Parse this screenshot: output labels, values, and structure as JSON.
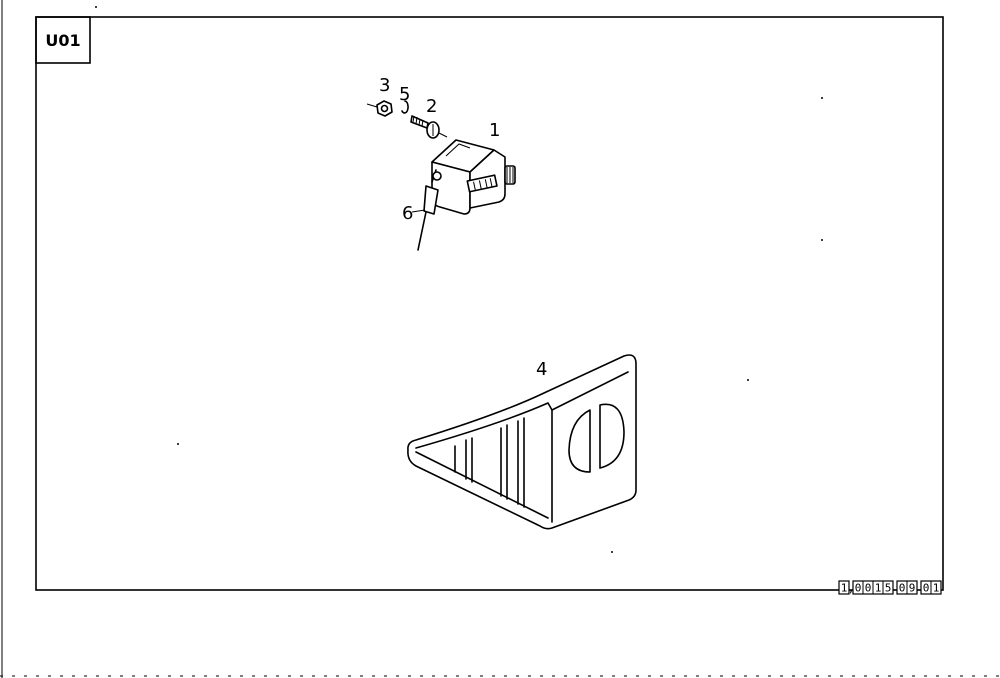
{
  "sheet": {
    "tag": "U01",
    "code_groups": [
      "1",
      "0015",
      "09",
      "01"
    ],
    "code_separators": [
      ",",
      "",
      ""
    ]
  },
  "callouts": {
    "counter": "1",
    "screw": "2",
    "nut": "3",
    "wheel_chock": "4",
    "washer": "5",
    "pin": "6"
  }
}
